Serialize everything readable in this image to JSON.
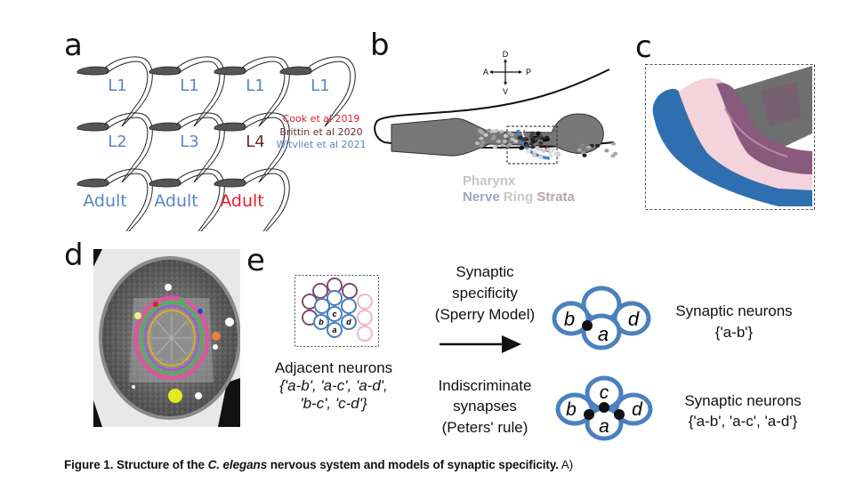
{
  "panels": {
    "a": {
      "letter": "a",
      "worms": [
        {
          "label": "L1",
          "color": "#5b86c5"
        },
        {
          "label": "L1",
          "color": "#5b86c5"
        },
        {
          "label": "L1",
          "color": "#5b86c5"
        },
        {
          "label": "L1",
          "color": "#5b86c5"
        },
        {
          "label": "L2",
          "color": "#5b86c5"
        },
        {
          "label": "L3",
          "color": "#5b86c5"
        },
        {
          "label": "L4",
          "color": "#6b2a2a"
        },
        {
          "label": "Adult",
          "color": "#5b86c5"
        },
        {
          "label": "Adult",
          "color": "#5b86c5"
        },
        {
          "label": "Adult",
          "color": "#e5202e"
        }
      ],
      "references": [
        {
          "text": "Cook et al 2019",
          "color": "#e5202e"
        },
        {
          "text": "Brittin et al 2020",
          "color": "#6b2a2a"
        },
        {
          "text": "Witvliet et al 2021",
          "color": "#5b86c5"
        }
      ]
    },
    "b": {
      "letter": "b",
      "compass": {
        "dorsal": "D",
        "ventral": "V",
        "anterior": "A",
        "posterior": "P"
      },
      "legend": {
        "line1": "Pharynx",
        "line2": [
          {
            "text": "Nerve",
            "color": "#9aa8c4"
          },
          {
            "text": " Ring",
            "color": "#c8c8c8"
          },
          {
            "text": " Strata",
            "color": "#b5a4b0"
          }
        ],
        "pharynx_color": "#c4c4c4"
      }
    },
    "c": {
      "letter": "c",
      "colors": {
        "blue": "#2f6fb0",
        "pink": "#f3d3dc",
        "purple": "#8a5a7e",
        "gray": "#6f6f6f"
      }
    },
    "d": {
      "letter": "d"
    },
    "e": {
      "letter": "e",
      "adjacent_title": "Adjacent neurons",
      "adjacent_set_line1": "{'a-b', 'a-c', 'a-d',",
      "adjacent_set_line2": "'b-c', 'c-d'}",
      "model1": {
        "line1": "Synaptic",
        "line2": "specificity",
        "line3": "(Sperry Model)"
      },
      "model2": {
        "line1": "Indiscriminate",
        "line2": "synapses",
        "line3": "(Peters' rule)"
      },
      "result1": {
        "title": "Synaptic neurons",
        "set": "{'a-b'}"
      },
      "result2": {
        "title": "Synaptic neurons",
        "set": "{'a-b', 'a-c', 'a-d'}"
      },
      "neuron_labels": {
        "a": "a",
        "b": "b",
        "c": "c",
        "d": "d"
      },
      "colors": {
        "neuron_blue": "#4a80bd",
        "neighbor_purple": "#7a5070",
        "neighbor_pink": "#eab8c8",
        "synapse": "#111111"
      }
    }
  },
  "caption": {
    "prefix": "Figure 1. Structure of the ",
    "species": "C. elegans",
    "rest": " nervous system and models of synaptic specificity.",
    "tail": " A)"
  }
}
